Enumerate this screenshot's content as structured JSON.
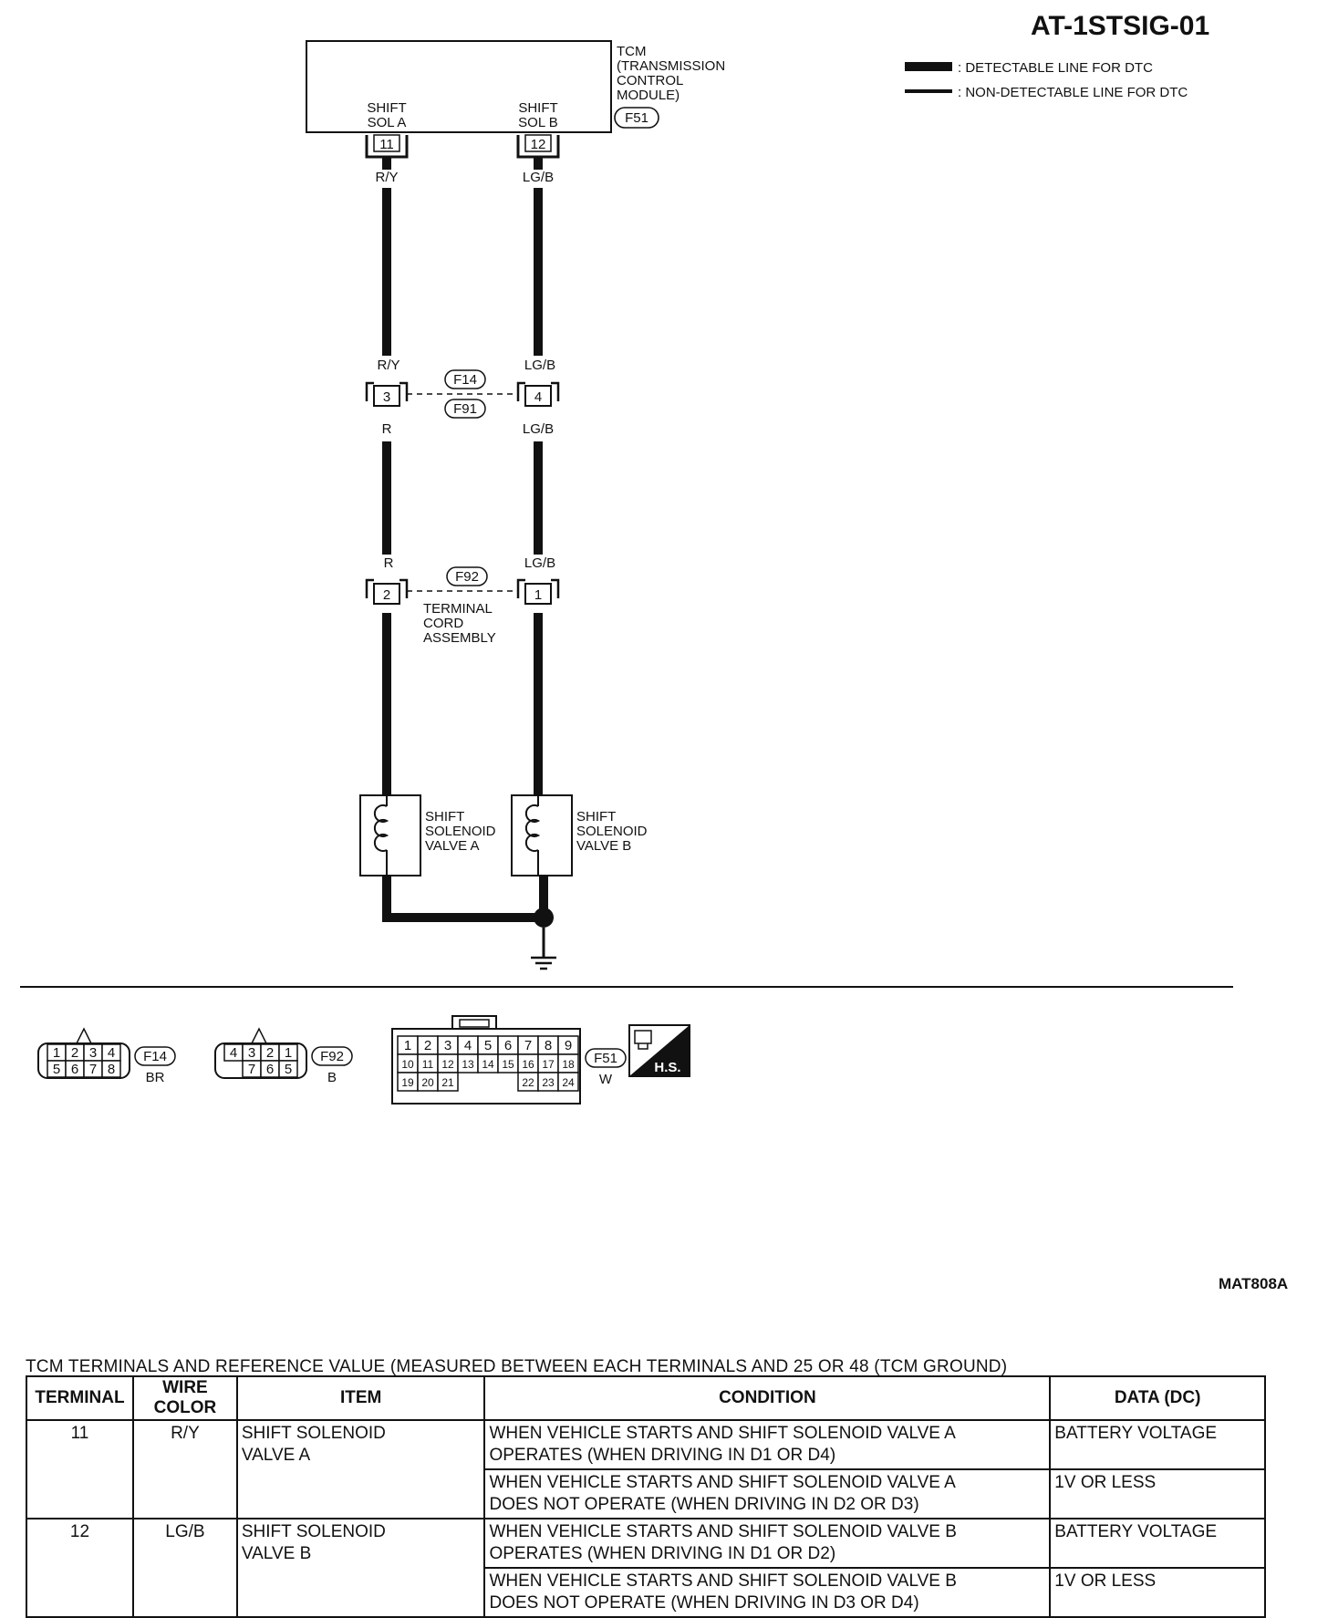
{
  "diagram_id": "AT-1STSIG-01",
  "figure_code": "MAT808A",
  "legend": {
    "detectable": ": DETECTABLE LINE FOR DTC",
    "non_detectable": ": NON-DETECTABLE LINE FOR DTC"
  },
  "tcm": {
    "label_lines": [
      "TCM",
      "(TRANSMISSION",
      "CONTROL",
      "MODULE)"
    ],
    "connector": "F51",
    "pin_a": {
      "label_lines": [
        "SHIFT",
        "SOL A"
      ],
      "terminal": "11",
      "wire": "R/Y"
    },
    "pin_b": {
      "label_lines": [
        "SHIFT",
        "SOL B"
      ],
      "terminal": "12",
      "wire": "LG/B"
    }
  },
  "junction_1": {
    "connector_top": "F14",
    "connector_bottom": "F91",
    "left": {
      "wire_above": "R/Y",
      "pin": "3",
      "wire_below": "R"
    },
    "right": {
      "wire_above": "LG/B",
      "pin": "4",
      "wire_below": "LG/B"
    }
  },
  "junction_2": {
    "connector": "F92",
    "label_lines": [
      "TERMINAL",
      "CORD",
      "ASSEMBLY"
    ],
    "left": {
      "wire_above": "R",
      "pin": "2"
    },
    "right": {
      "wire_above": "LG/B",
      "pin": "1"
    }
  },
  "solenoid_a": {
    "label_lines": [
      "SHIFT",
      "SOLENOID",
      "VALVE A"
    ]
  },
  "solenoid_b": {
    "label_lines": [
      "SHIFT",
      "SOLENOID",
      "VALVE B"
    ]
  },
  "connector_views": {
    "f14": {
      "id": "F14",
      "color": "BR",
      "top_pins": [
        "1",
        "2",
        "3",
        "4"
      ],
      "bottom_pins": [
        "5",
        "6",
        "7",
        "8"
      ]
    },
    "f92": {
      "id": "F92",
      "color": "B",
      "top_pins": [
        "4",
        "3",
        "2",
        "1"
      ],
      "bottom_pins": [
        "7",
        "6",
        "5"
      ]
    },
    "f51": {
      "id": "F51",
      "color": "W",
      "rows": [
        [
          "1",
          "2",
          "3",
          "4",
          "5",
          "6",
          "7",
          "8",
          "9"
        ],
        [
          "10",
          "11",
          "12",
          "13",
          "14",
          "15",
          "16",
          "17",
          "18"
        ],
        [
          "19",
          "20",
          "21",
          "22",
          "23",
          "24"
        ]
      ]
    },
    "hs_label": "H.S."
  },
  "table": {
    "title": "TCM TERMINALS AND REFERENCE VALUE (MEASURED BETWEEN EACH TERMINALS AND 25 OR 48 (TCM GROUND)",
    "headers": [
      "TERMINAL",
      "WIRE COLOR",
      "ITEM",
      "CONDITION",
      "DATA (DC)"
    ],
    "rows": [
      {
        "terminal": "11",
        "wire": "R/Y",
        "item_lines": [
          "SHIFT SOLENOID",
          "VALVE A"
        ],
        "conditions": [
          {
            "lines": [
              "WHEN VEHICLE STARTS AND SHIFT SOLENOID VALVE A",
              "OPERATES (WHEN DRIVING IN D1 OR D4)"
            ],
            "data": "BATTERY VOLTAGE"
          },
          {
            "lines": [
              "WHEN VEHICLE STARTS AND SHIFT SOLENOID VALVE A",
              "DOES NOT OPERATE (WHEN DRIVING IN D2 OR D3)"
            ],
            "data": "1V OR LESS"
          }
        ]
      },
      {
        "terminal": "12",
        "wire": "LG/B",
        "item_lines": [
          "SHIFT SOLENOID",
          "VALVE B"
        ],
        "conditions": [
          {
            "lines": [
              "WHEN VEHICLE STARTS AND SHIFT SOLENOID VALVE B",
              "OPERATES (WHEN DRIVING IN D1 OR D2)"
            ],
            "data": "BATTERY VOLTAGE"
          },
          {
            "lines": [
              "WHEN VEHICLE STARTS AND SHIFT SOLENOID VALVE B",
              "DOES NOT OPERATE (WHEN DRIVING IN D3 OR D4)"
            ],
            "data": "1V OR LESS"
          }
        ]
      }
    ]
  }
}
